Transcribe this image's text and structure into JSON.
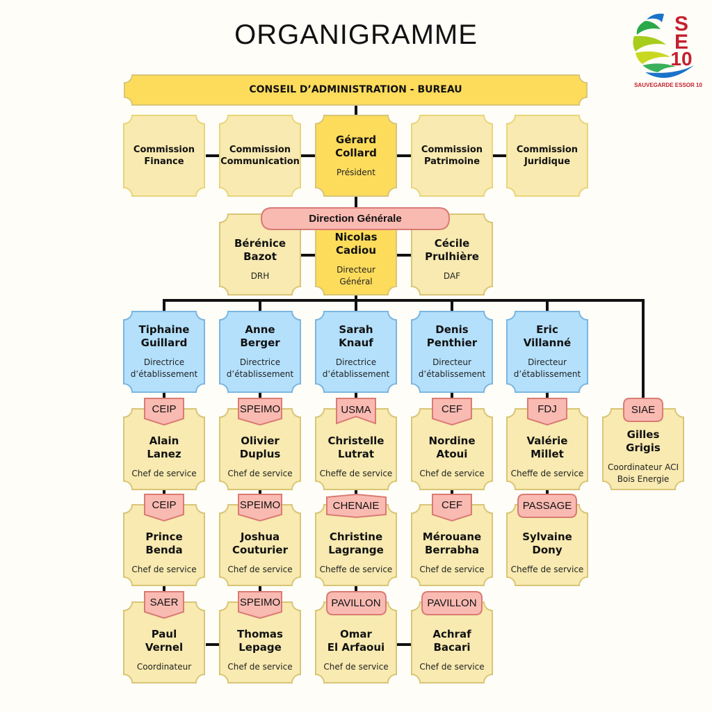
{
  "title": "ORGANIGRAMME",
  "logo": {
    "letters": "SE10",
    "caption": "SAUVEGARDE ESSOR 10"
  },
  "board": {
    "label": "CONSEIL D’ADMINISTRATION - BUREAU"
  },
  "commissions": [
    "Commission\nFinance",
    "Commission\nCommunication",
    "Commission\nPatrimoine",
    "Commission\nJuridique"
  ],
  "president": {
    "name": "Gérard\nCollard",
    "role": "Président"
  },
  "direction": {
    "label": "Direction Générale"
  },
  "direction_team": [
    {
      "name": "Bérénice\nBazot",
      "role": "DRH"
    },
    {
      "name": "Nicolas\nCadiou",
      "role": "Directeur\nGénéral"
    },
    {
      "name": "Cécile\nPrulhière",
      "role": "DAF"
    }
  ],
  "directors": [
    {
      "name": "Tiphaine\nGuillard",
      "role": "Directrice\nd’établissement"
    },
    {
      "name": "Anne\nBerger",
      "role": "Directrice\nd’établissement"
    },
    {
      "name": "Sarah\nKnauf",
      "role": "Directrice\nd’établissement"
    },
    {
      "name": "Denis\nPenthier",
      "role": "Directeur\nd’établissement"
    },
    {
      "name": "Eric\nVillanné",
      "role": "Directeur\nd’établissement"
    }
  ],
  "services": [
    {
      "tag": "CEIP",
      "name": "Alain\nLanez",
      "role": "Chef de service"
    },
    {
      "tag": "SPEIMO",
      "name": "Olivier\nDuplus",
      "role": "Chef de service"
    },
    {
      "tag": "USMA",
      "name": "Christelle\nLutrat",
      "role": "Cheffe de service"
    },
    {
      "tag": "CEF",
      "name": "Nordine\nAtoui",
      "role": "Chef de service"
    },
    {
      "tag": "FDJ",
      "name": "Valérie\nMillet",
      "role": "Cheffe de service"
    },
    {
      "tag": "SIAE",
      "name": "Gilles\nGrigis",
      "role": "Coordinateur ACI\nBois Energie"
    },
    {
      "tag": "CEIP",
      "name": "Prince\nBenda",
      "role": "Chef de service"
    },
    {
      "tag": "SPEIMO",
      "name": "Joshua\nCouturier",
      "role": "Chef de service"
    },
    {
      "tag": "CHENAIE",
      "name": "Christine\nLagrange",
      "role": "Cheffe de service"
    },
    {
      "tag": "CEF",
      "name": "Mérouane\nBerrabha",
      "role": "Chef de service"
    },
    {
      "tag": "PASSAGE",
      "name": "Sylvaine\nDony",
      "role": "Cheffe de service"
    },
    {
      "tag": "SAER",
      "name": "Paul\nVernel",
      "role": "Coordinateur"
    },
    {
      "tag": "SPEIMO",
      "name": "Thomas\nLepage",
      "role": "Chef de service"
    },
    {
      "tag": "PAVILLON",
      "name": "Omar\nEl Arfaoui",
      "role": "Chef de service"
    },
    {
      "tag": "PAVILLON",
      "name": "Achraf\nBacari",
      "role": "Chef de service"
    }
  ],
  "colors": {
    "light_yellow": "#f8eab0",
    "yellow": "#fddc5c",
    "blue": "#b4e0fc",
    "pink": "#f9bab2"
  }
}
